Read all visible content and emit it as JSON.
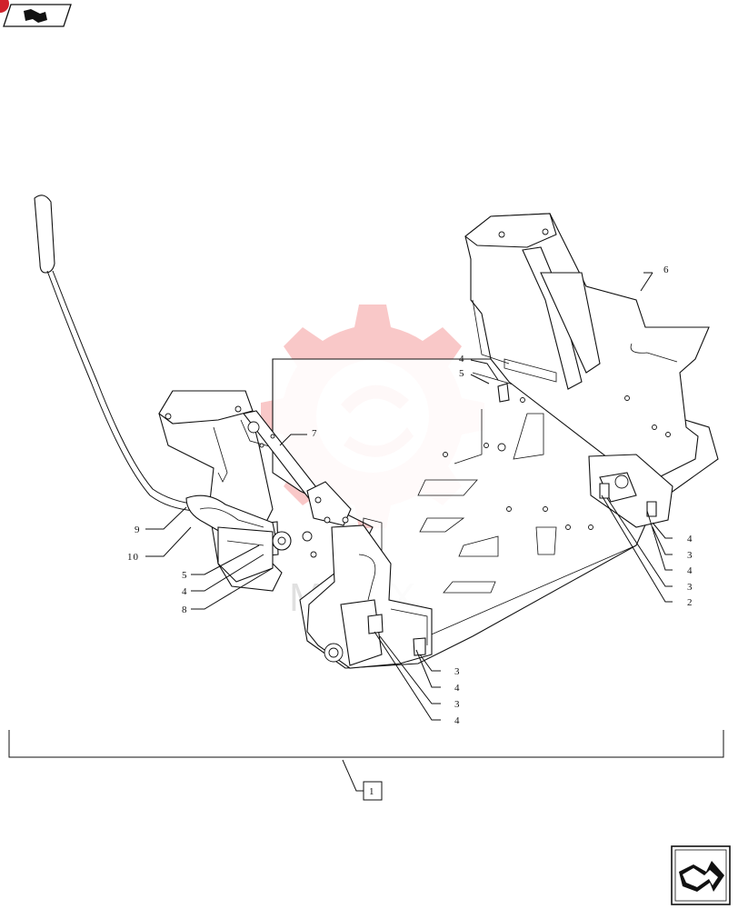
{
  "watermark": {
    "text": "MINEX"
  },
  "callouts": {
    "c1": "1",
    "c2": "2",
    "c3a": "3",
    "c3b": "3",
    "c3c": "3",
    "c3d": "3",
    "c4a": "4",
    "c4b": "4",
    "c4c": "4",
    "c4d": "4",
    "c4e": "4",
    "c4f": "4",
    "c5a": "5",
    "c5b": "5",
    "c6": "6",
    "c7": "7",
    "c8": "8",
    "c9": "9",
    "c10": "10"
  },
  "icons": {
    "top_left": "next-page-arrow-icon",
    "bottom_right": "next-page-arrow-icon"
  }
}
